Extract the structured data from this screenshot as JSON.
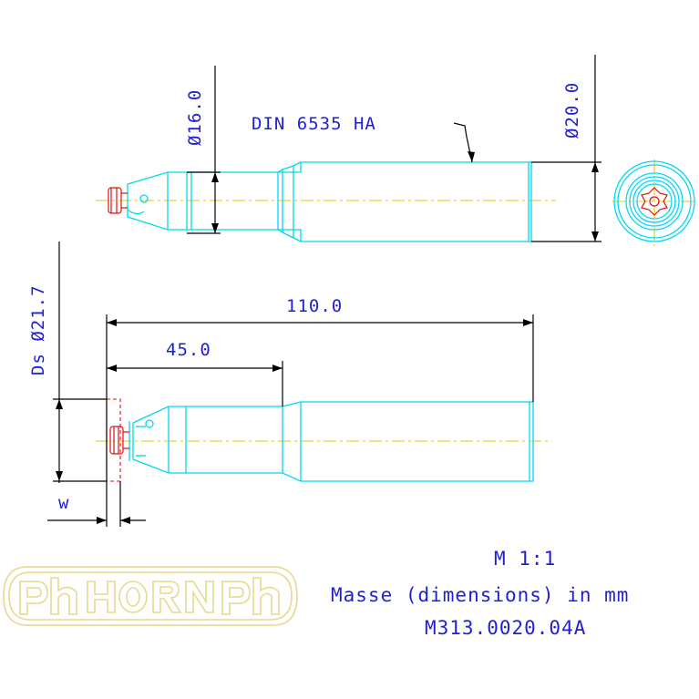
{
  "top_view": {
    "norm_label": "DIN  6535  HA",
    "dim_neck": "Ø16.0",
    "dim_shank": "Ø20.0"
  },
  "side_view": {
    "dim_total_length": "110.0",
    "dim_neck_length": "45.0",
    "dim_cut_diameter": "Ds Ø21.7",
    "dim_width": "w"
  },
  "title_block": {
    "scale": "M 1:1",
    "units": "Masse (dimensions) in mm",
    "part_number": "M313.0020.04A"
  },
  "logo": {
    "brand": "HORN"
  },
  "colors": {
    "text": "#1f1fd8",
    "outline": "#00d8f0",
    "dimension": "#000000",
    "center_line": "#e8c800",
    "cutter": "#e01010",
    "logo": "#e8d890"
  }
}
